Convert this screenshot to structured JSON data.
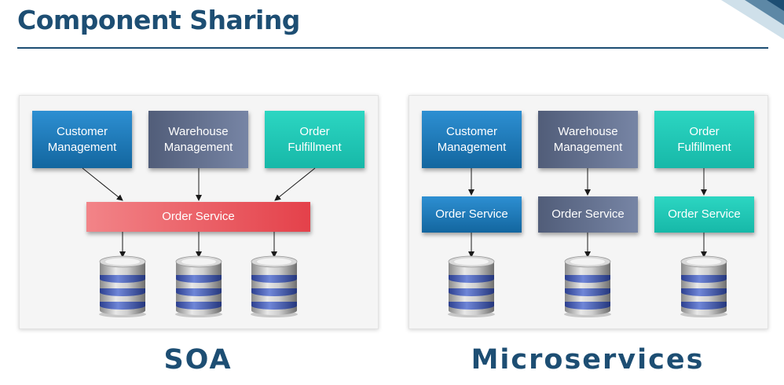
{
  "title": "Component Sharing",
  "colors": {
    "title": "#1d4e73",
    "customer_box": "#1e7bbd",
    "warehouse_box": "#5f6b89",
    "fulfillment_box": "#21c8b6",
    "order_service_soa": "#ea5a61"
  },
  "soa": {
    "caption": "SOA",
    "top_boxes": [
      {
        "label": "Customer\nManagement"
      },
      {
        "label": "Warehouse\nManagement"
      },
      {
        "label": "Order\nFulfillment"
      }
    ],
    "shared_service": "Order Service",
    "database_icons": [
      "database-icon",
      "database-icon",
      "database-icon"
    ]
  },
  "microservices": {
    "caption": "Microservices",
    "top_boxes": [
      {
        "label": "Customer\nManagement"
      },
      {
        "label": "Warehouse\nManagement"
      },
      {
        "label": "Order\nFulfillment"
      }
    ],
    "services": [
      {
        "label": "Order Service"
      },
      {
        "label": "Order Service"
      },
      {
        "label": "Order Service"
      }
    ],
    "database_icons": [
      "database-icon",
      "database-icon",
      "database-icon"
    ]
  }
}
